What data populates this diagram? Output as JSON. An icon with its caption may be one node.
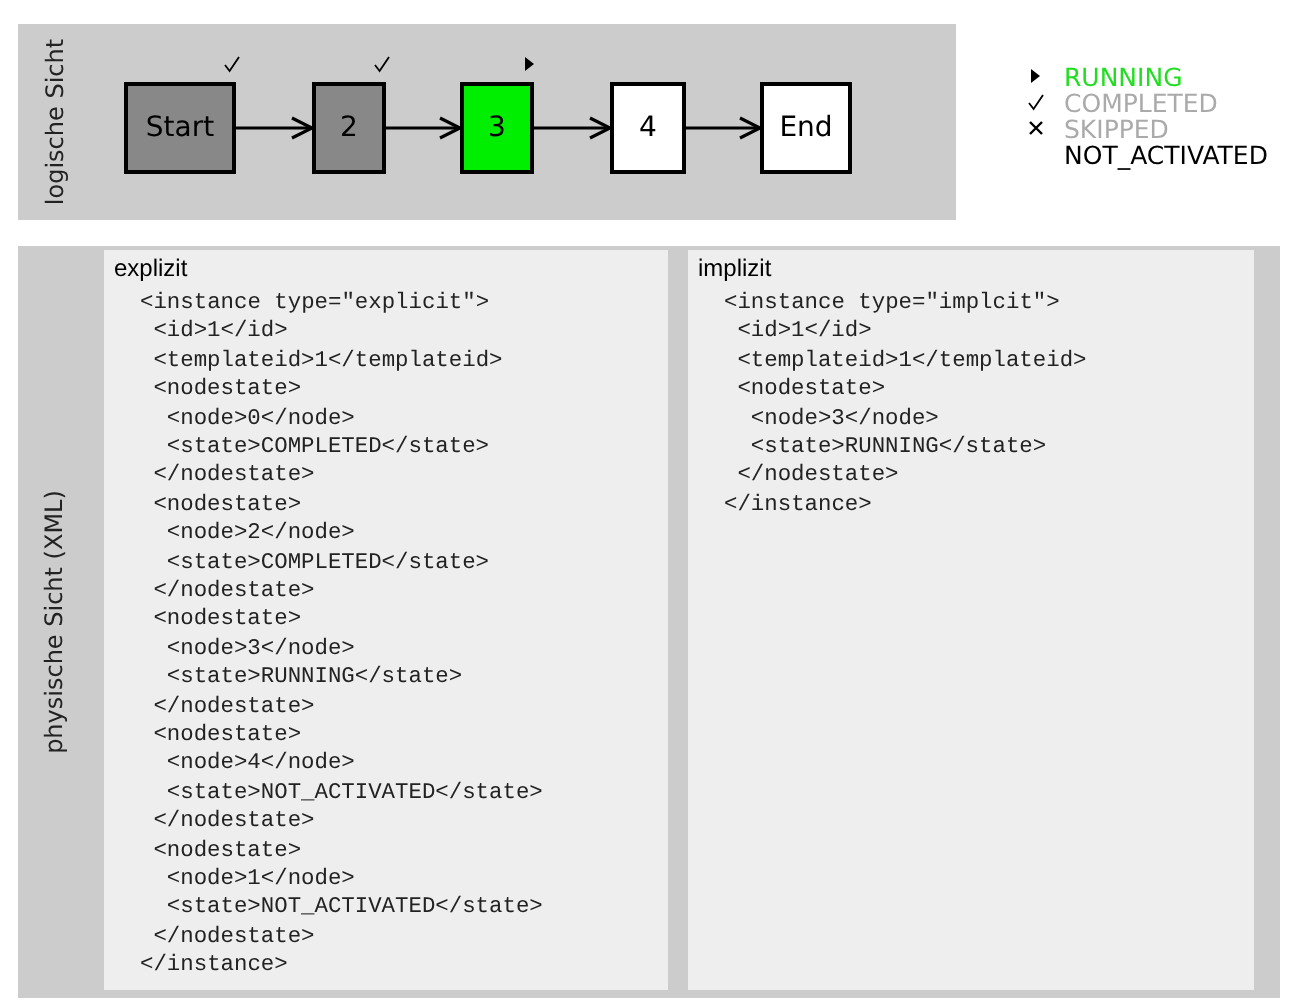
{
  "diagram": {
    "nodes": [
      {
        "text": [
          "logische Sicht"
        ]
      },
      {
        "text": [
          "Start"
        ],
        "in": 0
      },
      {
        "text": [
          "2"
        ],
        "in": 0
      },
      {
        "text": [
          "3"
        ],
        "in": 0
      },
      {
        "text": [
          "4"
        ],
        "in": 0
      },
      {
        "text": [
          "End"
        ],
        "in": 0
      },
      {
        "text": [
          "physische Sicht (XML)"
        ]
      },
      {
        "text": [
          "explizit",
          "<instance type=\"explicit\">",
          "<id>1</id>",
          "<templateid>1</templateid>",
          "<nodestate>",
          "<node>0</node>",
          "<state>COMPLETED</state>",
          "</nodestate>",
          "<nodestate>",
          "<node>2</node>",
          "<state>COMPLETED</state>",
          "</nodestate>",
          "<nodestate>",
          "<node>3</node>",
          "<state>RUNNING</state>",
          "</nodestate>",
          "<nodestate>",
          "<node>4</node>",
          "<state>NOT_ACTIVATED</state>",
          "</nodestate>",
          "<nodestate>",
          "<node>1</node>",
          "<state>NOT_ACTIVATED</state>",
          "</nodestate>",
          "</instance>"
        ],
        "in": 6
      },
      {
        "text": [
          "implizit",
          "<instance type=\"implcit\">",
          "<id>1</id>",
          "<templateid>1</templateid>",
          "<nodestate>",
          "<node>3</node>",
          "<state>RUNNING</state>",
          "</nodestate>",
          "</instance>"
        ],
        "in": 6
      }
    ],
    "edges": [
      {
        "from": 1,
        "to": 2,
        "arrow": "to"
      },
      {
        "from": 2,
        "to": 3,
        "arrow": "to"
      },
      {
        "from": 3,
        "to": 4,
        "arrow": "to"
      },
      {
        "from": 4,
        "to": 5,
        "arrow": "to"
      }
    ],
    "legend": [
      {
        "text": "RUNNING"
      },
      {
        "text": "COMPLETED"
      },
      {
        "text": "SKIPPED"
      },
      {
        "text": "NOT_ACTIVATED"
      }
    ]
  }
}
